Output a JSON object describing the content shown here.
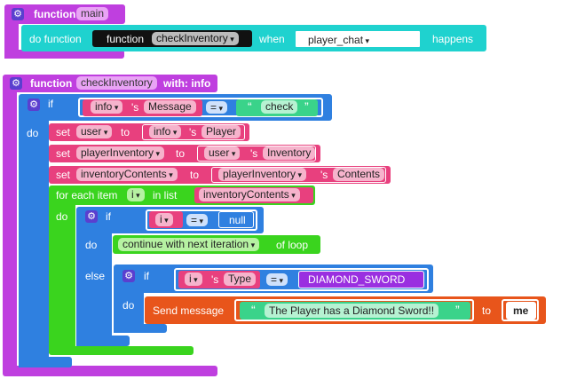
{
  "main_fn": {
    "keyword": "function",
    "name": "main"
  },
  "call": {
    "prefix": "do function",
    "keyword": "function",
    "name": "checkInventory",
    "when": "when",
    "event_var": "player_chat",
    "event": "Event",
    "happens": "happens"
  },
  "check_fn": {
    "keyword": "function",
    "name": "checkInventory",
    "with": "with: info"
  },
  "if1": {
    "if": "if",
    "do": "do",
    "var": "info",
    "s": "'s",
    "prop": "Message",
    "op": "=",
    "open_quote": "“",
    "text": "check",
    "close_quote": "”"
  },
  "set1": {
    "set": "set",
    "var": "user",
    "to": "to",
    "src": "info",
    "s": "'s",
    "prop": "Player"
  },
  "set2": {
    "set": "set",
    "var": "playerInventory",
    "to": "to",
    "src": "user",
    "s": "'s",
    "prop": "Inventory"
  },
  "set3": {
    "set": "set",
    "var": "inventoryContents",
    "to": "to",
    "src": "playerInventory",
    "s": "'s",
    "prop": "Contents"
  },
  "foreach": {
    "label": "for each item",
    "var": "i",
    "in_list": "in list",
    "list": "inventoryContents",
    "do": "do"
  },
  "if2": {
    "if": "if",
    "var": "i",
    "op": "=",
    "value": "null",
    "do": "do",
    "continue": "continue with next iteration",
    "of_loop": "of loop",
    "else": "else"
  },
  "if3": {
    "if": "if",
    "var": "i",
    "s": "'s",
    "prop": "Type",
    "op": "=",
    "value": "DIAMOND_SWORD",
    "do": "do"
  },
  "send": {
    "label": "Send message",
    "open_quote": "“",
    "text": "The Player has a Diamond Sword!!",
    "close_quote": "”",
    "to": "to",
    "target": "me"
  },
  "colors": {
    "function": "#bf3fdf",
    "event": "#1fd2cf",
    "logic": "#2f80e0",
    "variable": "#e8407e",
    "loop": "#3ad41e",
    "action": "#e8551b"
  }
}
